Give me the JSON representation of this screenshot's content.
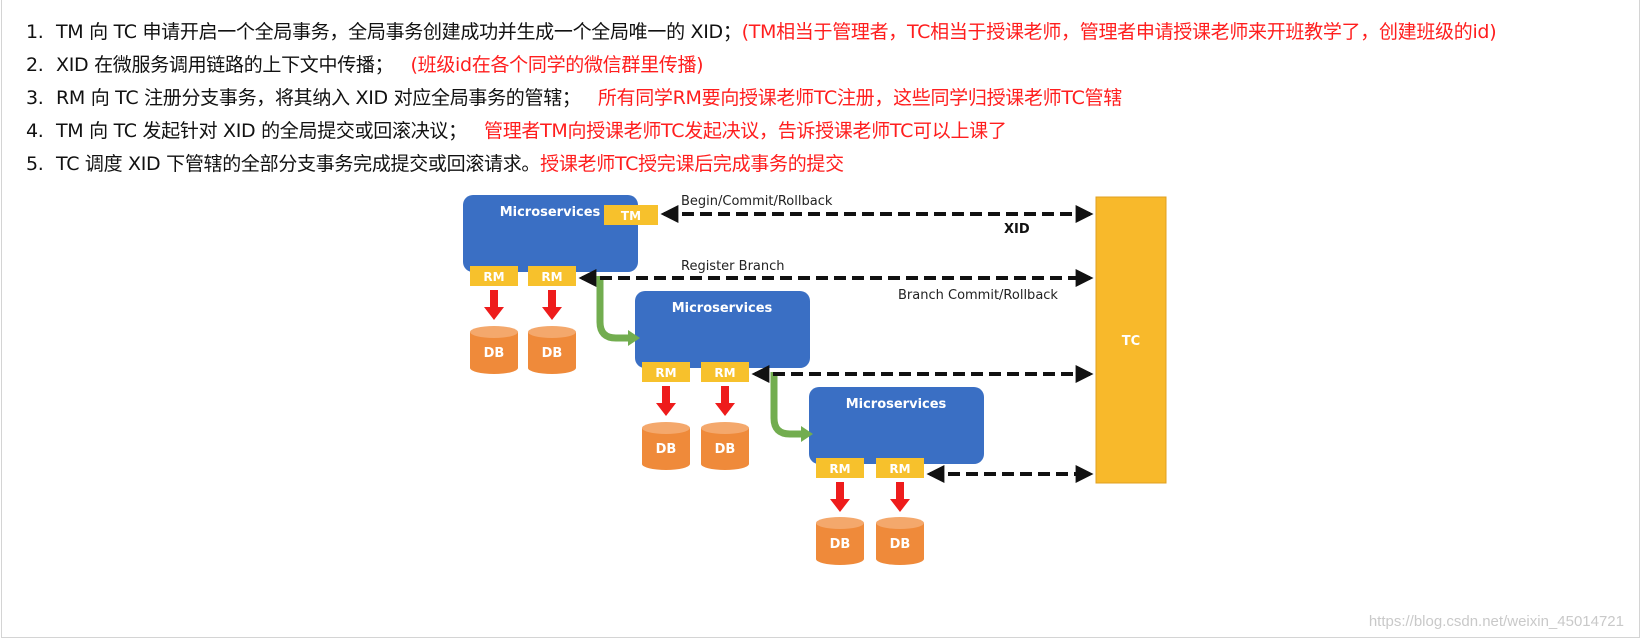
{
  "list": [
    {
      "number": "1.",
      "text": "TM 向 TC 申请开启一个全局事务，全局事务创建成功并生成一个全局唯一的 XID；",
      "note": "(TM相当于管理者，TC相当于授课老师，管理者申请授课老师来开班教学了，创建班级的id)"
    },
    {
      "number": "2.",
      "text": "XID 在微服务调用链路的上下文中传播；",
      "note": "(班级id在各个同学的微信群里传播)"
    },
    {
      "number": "3.",
      "text": "RM 向 TC 注册分支事务，将其纳入 XID 对应全局事务的管辖；",
      "note": "所有同学RM要向授课老师TC注册，这些同学归授课老师TC管辖"
    },
    {
      "number": "4.",
      "text": "TM 向 TC 发起针对 XID 的全局提交或回滚决议；",
      "note": "管理者TM向授课老师TC发起决议，告诉授课老师TC可以上课了"
    },
    {
      "number": "5.",
      "text": "TC 调度 XID 下管辖的全部分支事务完成提交或回滚请求。",
      "note": "授课老师TC授完课后完成事务的提交"
    }
  ],
  "diagram": {
    "service_label": "Microservices",
    "tm_label": "TM",
    "rm_label": "RM",
    "db_label": "DB",
    "tc_label": "TC",
    "begin_commit_label": "Begin/Commit/Rollback",
    "xid_label": "XID",
    "register_branch_label": "Register Branch",
    "branch_commit_label": "Branch Commit/Rollback",
    "colors": {
      "service_blue": "#3a6fc4",
      "tag_yellow": "#f7c12c",
      "tc_yellow": "#f8b92b",
      "db_orange": "#ef8a3a",
      "arrow_red": "#ee1c1c",
      "arrow_green": "#72ad4f",
      "note_red": "#ff1e1e"
    }
  },
  "watermark": "https://blog.csdn.net/weixin_45014721"
}
